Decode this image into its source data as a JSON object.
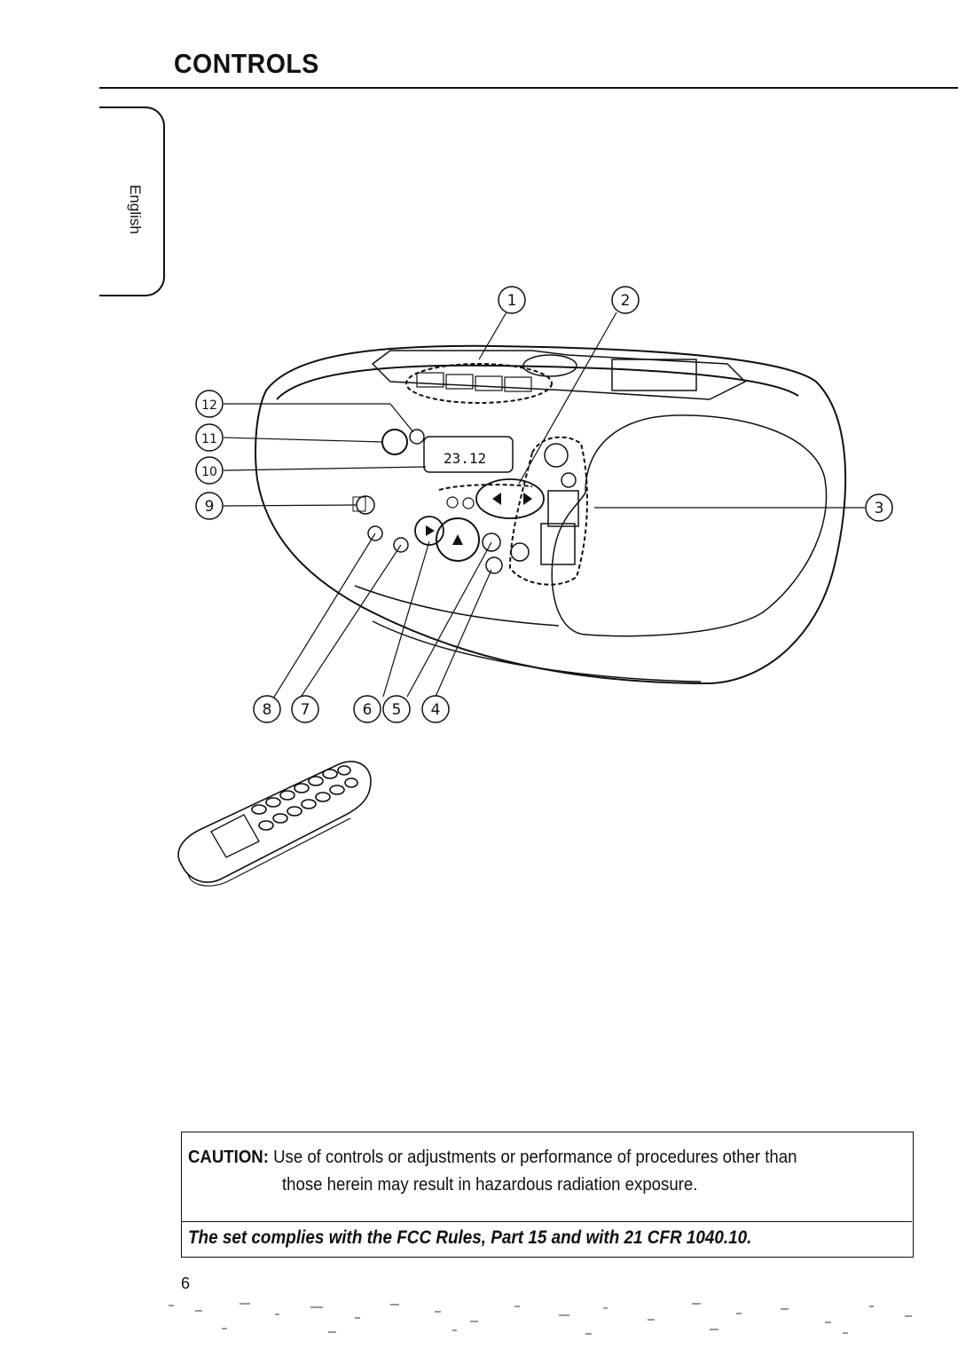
{
  "page": {
    "title": "CONTROLS",
    "language_tab": "English",
    "page_number": "6"
  },
  "diagram": {
    "callouts": [
      "1",
      "2",
      "3",
      "4",
      "5",
      "6",
      "7",
      "8",
      "9",
      "10",
      "11",
      "12"
    ]
  },
  "notice": {
    "caution_label": "CAUTION:",
    "caution_line1": "Use of controls or adjustments or performance of procedures other than",
    "caution_line2": "those herein may result in hazardous radiation exposure.",
    "fcc": "The set complies with the FCC Rules, Part 15 and with 21 CFR 1040.10."
  }
}
